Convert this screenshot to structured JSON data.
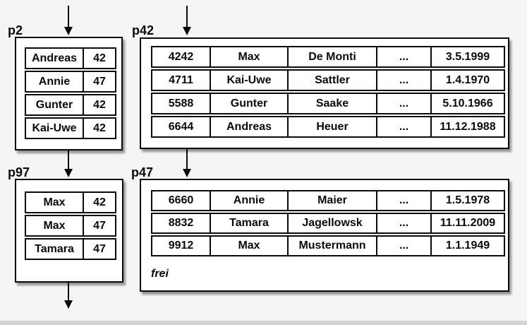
{
  "colors": {
    "background": "#f5f5f5",
    "box_background": "#ffffff",
    "line": "#0a0a0a",
    "bottom_strip": "#d3d3d3"
  },
  "icons": {
    "arrow_down": "filled-triangle-down"
  },
  "pages": {
    "p2": {
      "label": "p2",
      "rows": [
        [
          "Andreas",
          "42"
        ],
        [
          "Annie",
          "47"
        ],
        [
          "Gunter",
          "42"
        ],
        [
          "Kai-Uwe",
          "42"
        ]
      ]
    },
    "p42": {
      "label": "p42",
      "rows": [
        [
          "4242",
          "Max",
          "De Monti",
          "...",
          "3.5.1999"
        ],
        [
          "4711",
          "Kai-Uwe",
          "Sattler",
          "...",
          "1.4.1970"
        ],
        [
          "5588",
          "Gunter",
          "Saake",
          "...",
          "5.10.1966"
        ],
        [
          "6644",
          "Andreas",
          "Heuer",
          "...",
          "11.12.1988"
        ]
      ]
    },
    "p97": {
      "label": "p97",
      "rows": [
        [
          "Max",
          "42"
        ],
        [
          "Max",
          "47"
        ],
        [
          "Tamara",
          "47"
        ]
      ]
    },
    "p47": {
      "label": "p47",
      "rows": [
        [
          "6660",
          "Annie",
          "Maier",
          "...",
          "1.5.1978"
        ],
        [
          "8832",
          "Tamara",
          "Jagellowsk",
          "...",
          "11.11.2009"
        ],
        [
          "9912",
          "Max",
          "Mustermann",
          "...",
          "1.1.1949"
        ]
      ],
      "footer": "frei"
    }
  }
}
